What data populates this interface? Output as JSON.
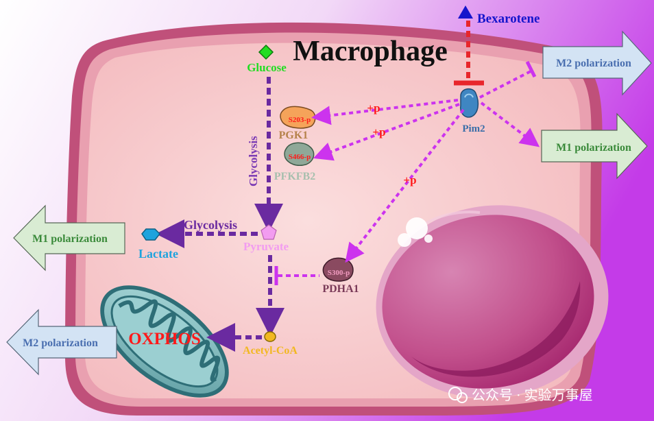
{
  "title": "Macrophage",
  "drug": "Bexarotene",
  "kinase": "Pim2",
  "metabolites": {
    "glucose": "Glucose",
    "pyruvate": "Pyruvate",
    "lactate": "Lactate",
    "acetyl_coa": "Acetyl-CoA",
    "oxphos": "OXPHOS"
  },
  "enzymes": {
    "pgk1": {
      "name": "PGK1",
      "site": "S203-p"
    },
    "pfkfb2": {
      "name": "PFKFB2",
      "site": "S466-p"
    },
    "pdha1": {
      "name": "PDHA1",
      "site": "S300-p"
    }
  },
  "pathway_labels": {
    "glycolysis_vertical": "Glycolysis",
    "glycolysis_horizontal": "Glycolysis"
  },
  "phospho_marks": [
    "+p",
    "+p",
    "+p"
  ],
  "outcomes": {
    "top_right_m2": "M2 polarization",
    "right_m1": "M1 polarization",
    "left_m1": "M1 polarization",
    "left_m2": "M2 polarization"
  },
  "watermark": "公众号 · 实验万事屋",
  "colors": {
    "background_start": "#ffffff",
    "background_end": "#cc33ee",
    "cell_fill": "#f7caca",
    "cell_border": "#c0507a",
    "arrow_purple": "#6a2aa0",
    "arrow_magenta": "#cc33ee",
    "inhibit_red": "#e8262b",
    "m1_box": "#d9ecd3",
    "m2_box": "#d3e3f4",
    "glucose_green": "#22dd22",
    "pyruvate_pink": "#f29cf0",
    "lactate_blue": "#1ea3dd",
    "acetyl_yellow": "#f2b820",
    "oxphos_red": "#ff1a1a",
    "bexarotene_blue": "#1515cc"
  }
}
